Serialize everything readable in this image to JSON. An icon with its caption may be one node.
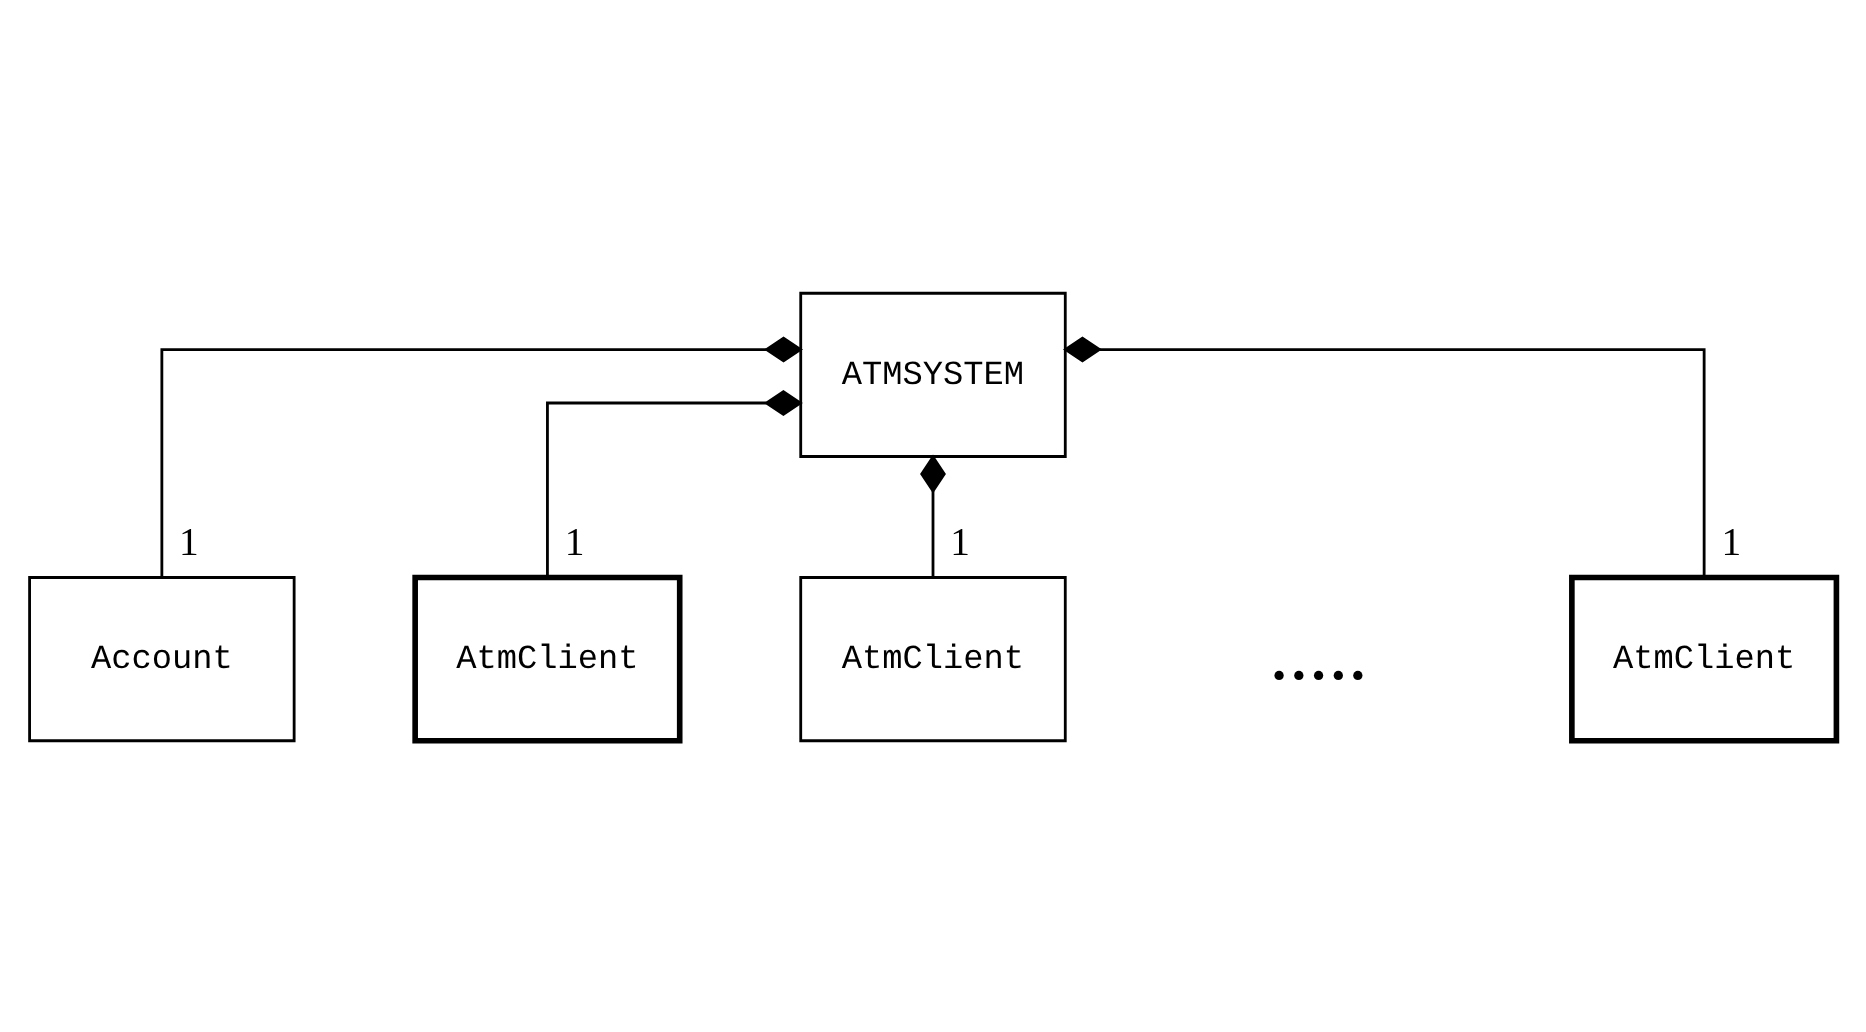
{
  "diagram": {
    "nodes": [
      {
        "text": [
          "ATMSYSTEM"
        ]
      },
      {
        "text": [
          "Account"
        ]
      },
      {
        "text": [
          "AtmClient"
        ]
      },
      {
        "text": [
          "AtmClient"
        ]
      },
      {
        "text": [
          "AtmClient"
        ]
      }
    ],
    "edges": [
      {
        "from": 0,
        "to": 1,
        "arrow": "other",
        "label": "1"
      },
      {
        "from": 0,
        "to": 2,
        "arrow": "other",
        "label": "1"
      },
      {
        "from": 0,
        "to": 3,
        "arrow": "other",
        "label": "1"
      },
      {
        "from": 0,
        "to": 4,
        "arrow": "other",
        "label": "1"
      }
    ],
    "labels": [
      "....."
    ]
  }
}
